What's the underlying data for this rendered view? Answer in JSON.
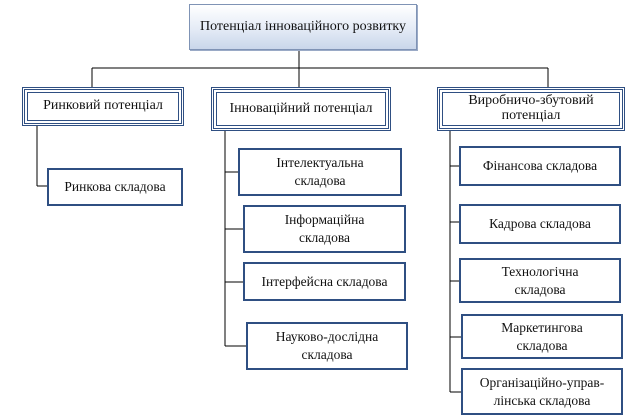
{
  "root": {
    "label": "Потенціал інноваційного розвитку"
  },
  "categories": [
    {
      "label": "Ринковий потенціал",
      "components": [
        "Ринкова складова"
      ]
    },
    {
      "label": "Інноваційний потенціал",
      "components": [
        "Інтелектуальна складова",
        "Інформаційна складова",
        "Інтерфейсна складова",
        "Науково-дослідна складова"
      ]
    },
    {
      "label": "Виробничо-збутовий потенціал",
      "components": [
        "Фінансова складова",
        "Кадрова складова",
        "Технологічна складова",
        "Маркетингова складова",
        "Організаційно-управ-лінська складова"
      ]
    }
  ],
  "colors": {
    "border": "#2f4f82",
    "connector": "#000000",
    "root_fill_bottom": "#c9d6ea"
  }
}
